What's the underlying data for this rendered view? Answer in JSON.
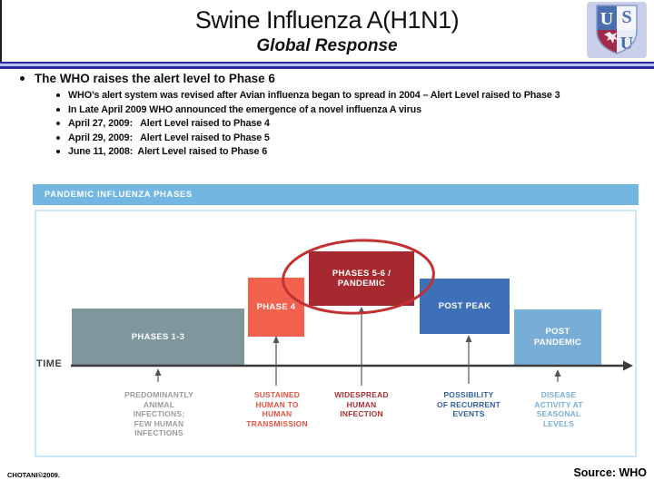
{
  "slide": {
    "title": "Swine Influenza A(H1N1)",
    "subtitle": "Global Response",
    "footer_left": "CHOTANI©2009.",
    "footer_right": "Source: WHO"
  },
  "logo": {
    "monogram_top_left": "U",
    "monogram_top_right": "S",
    "monogram_bottom_right": "U"
  },
  "bullets": {
    "main": "The WHO raises the alert level to Phase 6",
    "sub": [
      "WHO’s alert system was revised after Avian influenza began to spread in 2004 – Alert Level raised to Phase 3",
      "In Late April 2009 WHO announced the emergence of a novel influenza A virus",
      "April 27, 2009:   Alert Level raised to Phase 4",
      "April 29, 2009:   Alert Level raised to Phase 5",
      "June 11, 2008:  Alert Level raised to Phase 6"
    ]
  },
  "diagram": {
    "header": "PANDEMIC INFLUENZA PHASES",
    "time_label": "TIME",
    "boxes": [
      {
        "label": "PHASES 1-3",
        "color": "#7d979c"
      },
      {
        "label": "PHASE 4",
        "color": "#f2614e"
      },
      {
        "label": "PHASES 5-6 /\nPANDEMIC",
        "color": "#a5292f"
      },
      {
        "label": "POST PEAK",
        "color": "#3e6fb9"
      },
      {
        "label": "POST\nPANDEMIC",
        "color": "#78aed6"
      }
    ],
    "annotations": [
      {
        "text": "PREDOMINANTLY\nANIMAL\nINFECTIONS;\nFEW HUMAN\nINFECTIONS",
        "color": "#9b9b9b"
      },
      {
        "text": "SUSTAINED\nHUMAN TO\nHUMAN\nTRANSMISSION",
        "color": "#e25544"
      },
      {
        "text": "WIDESPREAD\nHUMAN\nINFECTION",
        "color": "#a83234"
      },
      {
        "text": "POSSIBILITY\nOF RECURRENT\nEVENTS",
        "color": "#34619f"
      },
      {
        "text": "DISEASE\nACTIVITY AT\nSEASONAL\nLEVELS",
        "color": "#79aed6"
      }
    ],
    "highlight_ellipse_color": "#c23131",
    "axis_color": "#3a3a3a"
  }
}
